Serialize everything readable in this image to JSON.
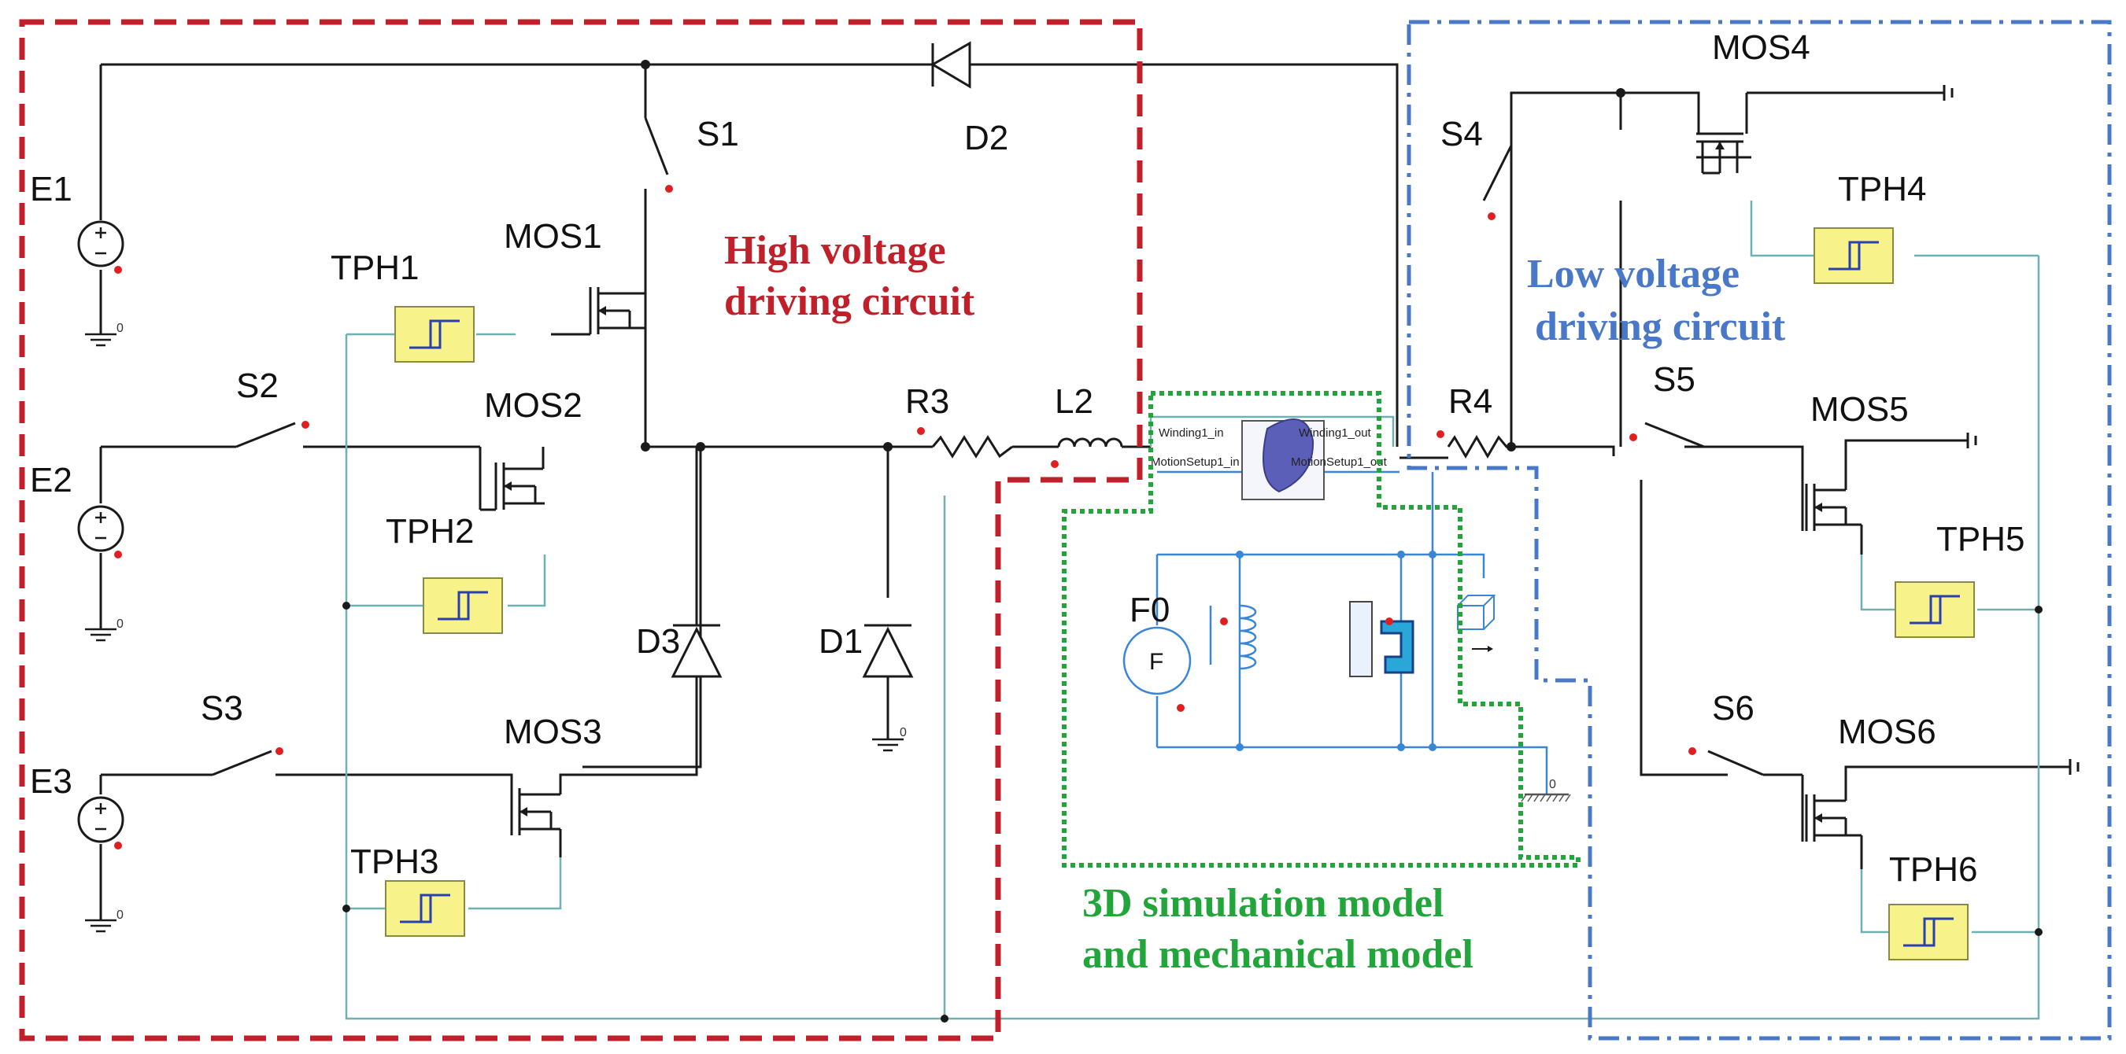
{
  "components": {
    "E1": "E1",
    "E2": "E2",
    "E3": "E3",
    "S1": "S1",
    "S2": "S2",
    "S3": "S3",
    "S4": "S4",
    "S5": "S5",
    "S6": "S6",
    "MOS1": "MOS1",
    "MOS2": "MOS2",
    "MOS3": "MOS3",
    "MOS4": "MOS4",
    "MOS5": "MOS5",
    "MOS6": "MOS6",
    "TPH1": "TPH1",
    "TPH2": "TPH2",
    "TPH3": "TPH3",
    "TPH4": "TPH4",
    "TPH5": "TPH5",
    "TPH6": "TPH6",
    "D1": "D1",
    "D2": "D2",
    "D3": "D3",
    "R3": "R3",
    "R4": "R4",
    "L2": "L2",
    "F0": "F0",
    "force_symbol": "F",
    "ground_value": "0"
  },
  "fem_block": {
    "port_winding_in": "Winding1_in",
    "port_winding_out": "Winding1_out",
    "port_motion_in": "MotionSetup1_in",
    "port_motion_out": "MotionSetup1_out"
  },
  "regions": {
    "high_voltage": {
      "line1": "High voltage",
      "line2": "driving circuit",
      "color": "#c0202a"
    },
    "low_voltage": {
      "line1": "Low voltage",
      "line2": "driving circuit",
      "color": "#4a78c8"
    },
    "simulation": {
      "line1": "3D simulation model",
      "line2": "and mechanical model",
      "color": "#22a53a"
    }
  }
}
